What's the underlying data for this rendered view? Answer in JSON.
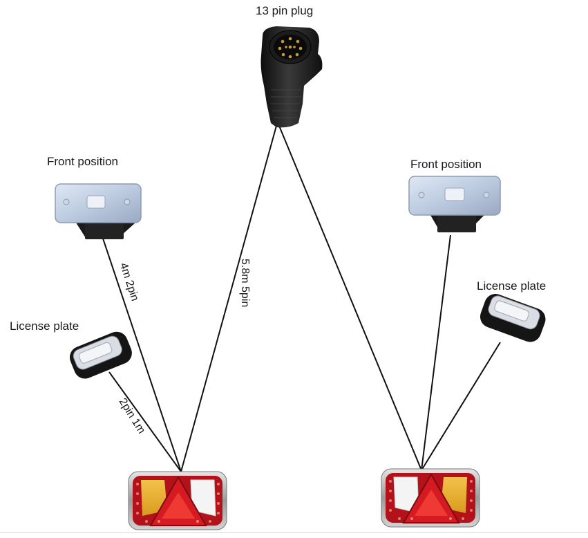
{
  "labels": {
    "plug": "13 pin plug",
    "front_left": "Front position",
    "front_right": "Front position",
    "license_left": "License plate",
    "license_right": "License plate"
  },
  "cables": {
    "front_left": "4m 2pin",
    "main_left": "5.8m 5pin",
    "license_left": "2pin 1m"
  }
}
